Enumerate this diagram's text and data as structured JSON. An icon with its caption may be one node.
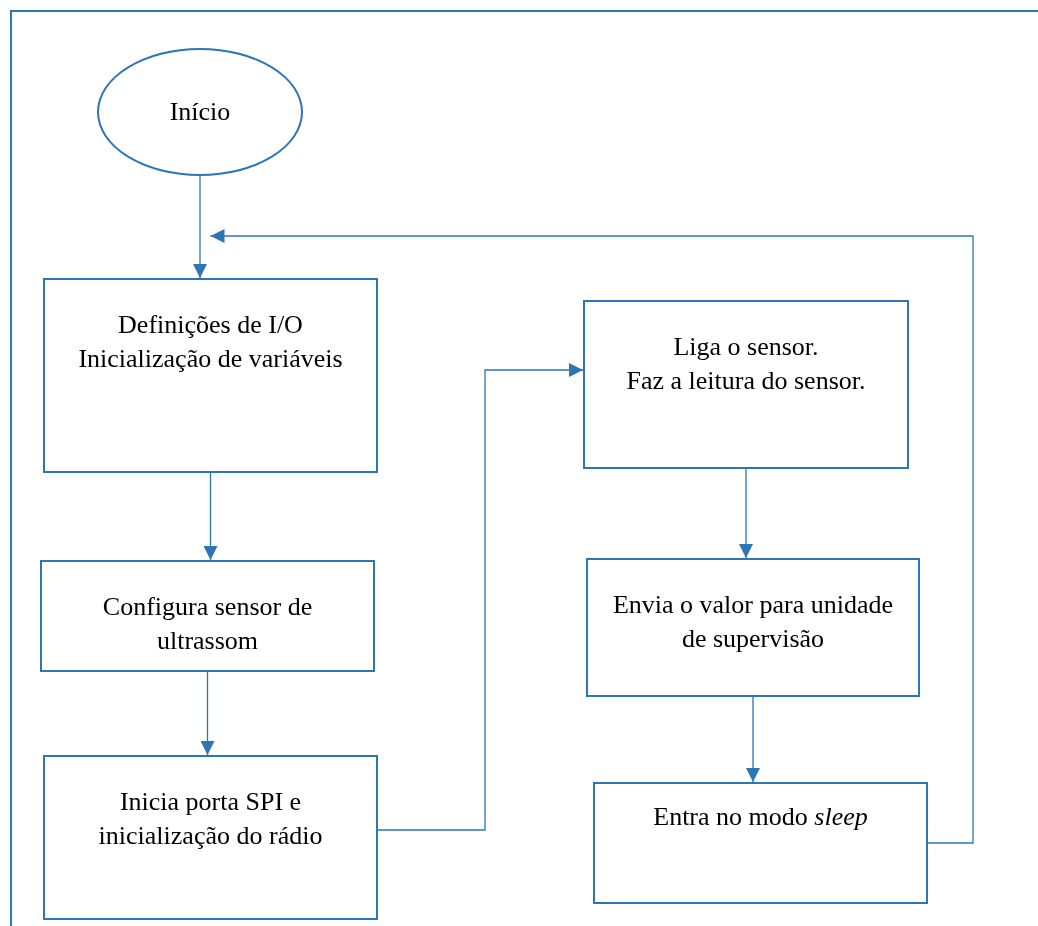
{
  "diagram": {
    "nodes": [
      {
        "text": [
          "Início"
        ]
      },
      {
        "text": [
          "Definições de I/O",
          "Inicialização de variáveis"
        ]
      },
      {
        "text": [
          "Configura sensor de ultrassom"
        ]
      },
      {
        "text": [
          "Inicia porta SPI e inicialização do rádio"
        ]
      },
      {
        "text": [
          "Liga o sensor.",
          "Faz a leitura do sensor."
        ]
      },
      {
        "text": [
          "Envia o valor para unidade de supervisão"
        ]
      },
      {
        "text": [
          "Entra no modo *sleep*"
        ]
      }
    ],
    "edges": [
      {
        "from": 0,
        "to": 1,
        "arrow": "to"
      },
      {
        "from": 1,
        "to": 2,
        "arrow": "to"
      },
      {
        "from": 2,
        "to": 3,
        "arrow": "to"
      },
      {
        "from": 3,
        "to": 4,
        "arrow": "to"
      },
      {
        "from": 4,
        "to": 5,
        "arrow": "to"
      },
      {
        "from": 5,
        "to": 6,
        "arrow": "to"
      },
      {
        "from": 6,
        "to": 1,
        "arrow": "to"
      }
    ]
  }
}
